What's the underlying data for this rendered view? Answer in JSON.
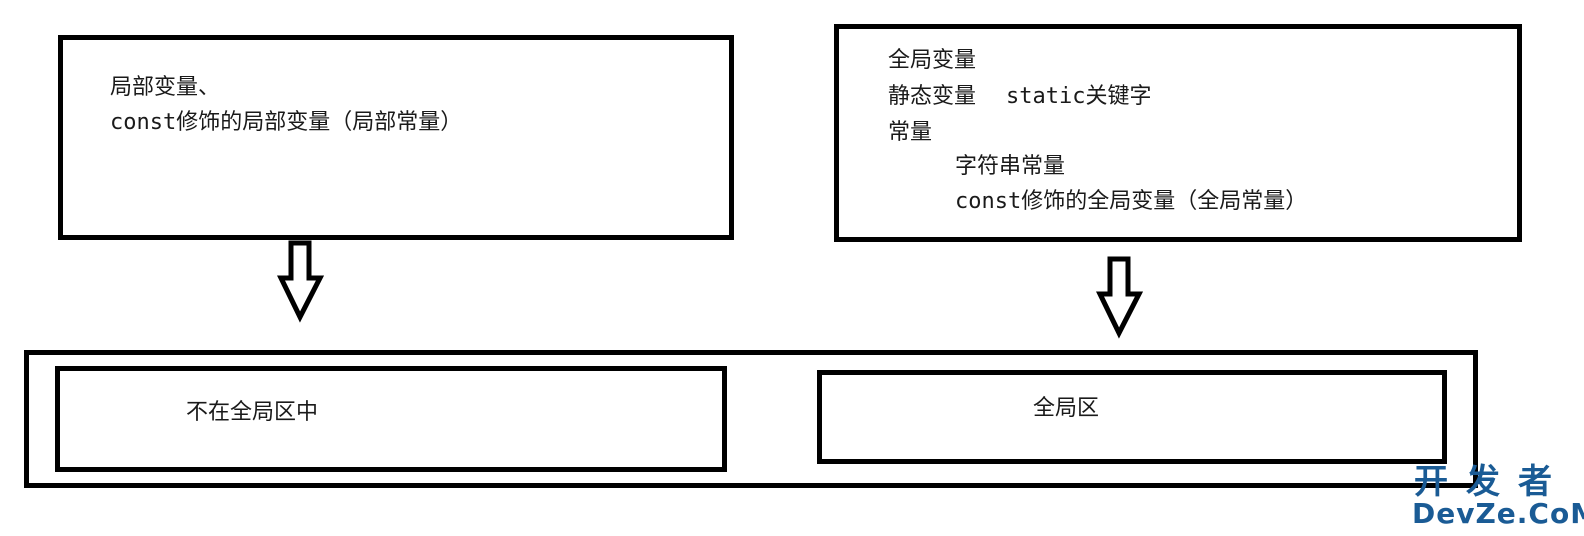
{
  "left_box": {
    "line1": "局部变量、",
    "line2_code": "const",
    "line2_rest": "修饰的局部变量（局部常量）"
  },
  "right_box": {
    "line1": "全局变量",
    "line2": "静态变量",
    "line2_code": "static",
    "line2_rest": "关键字",
    "line3": "常量",
    "line4": "字符串常量",
    "line5_code": "const",
    "line5_rest": "修饰的全局变量（全局常量）"
  },
  "bottom": {
    "left_label": "不在全局区中",
    "right_label": "全局区"
  },
  "watermark": {
    "top": "开发者",
    "bottom": "DevZe.CoM"
  },
  "colors": {
    "border": "#000000",
    "watermark": "#1a5b95"
  }
}
